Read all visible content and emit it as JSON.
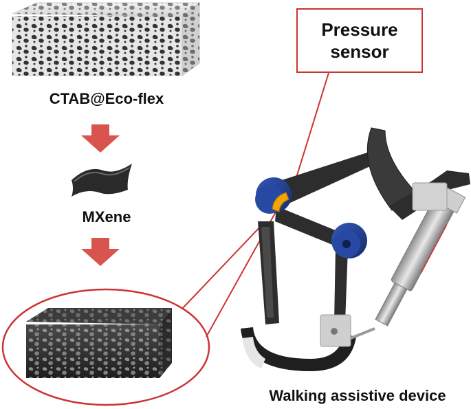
{
  "labels": {
    "foam_label": "CTAB@Eco-flex",
    "mxene_label": "MXene",
    "device_label": "Walking assistive device",
    "callout_line1": "Pressure",
    "callout_line2": "sensor"
  },
  "colors": {
    "callout_border": "#cc3333",
    "arrow": "#d9534f",
    "joint_blue": "#1f3f8f",
    "sensor_orange": "#f2a500",
    "frame_dark": "#2d2d2d",
    "mxene_dark": "#2a2a2a",
    "foam_light": "#e6e6e6"
  },
  "icons": {
    "arrow_1": "down-arrow-icon",
    "arrow_2": "down-arrow-icon",
    "mxene_sheet": "mxene-sheet-icon",
    "device": "exoskeleton-device-icon"
  }
}
